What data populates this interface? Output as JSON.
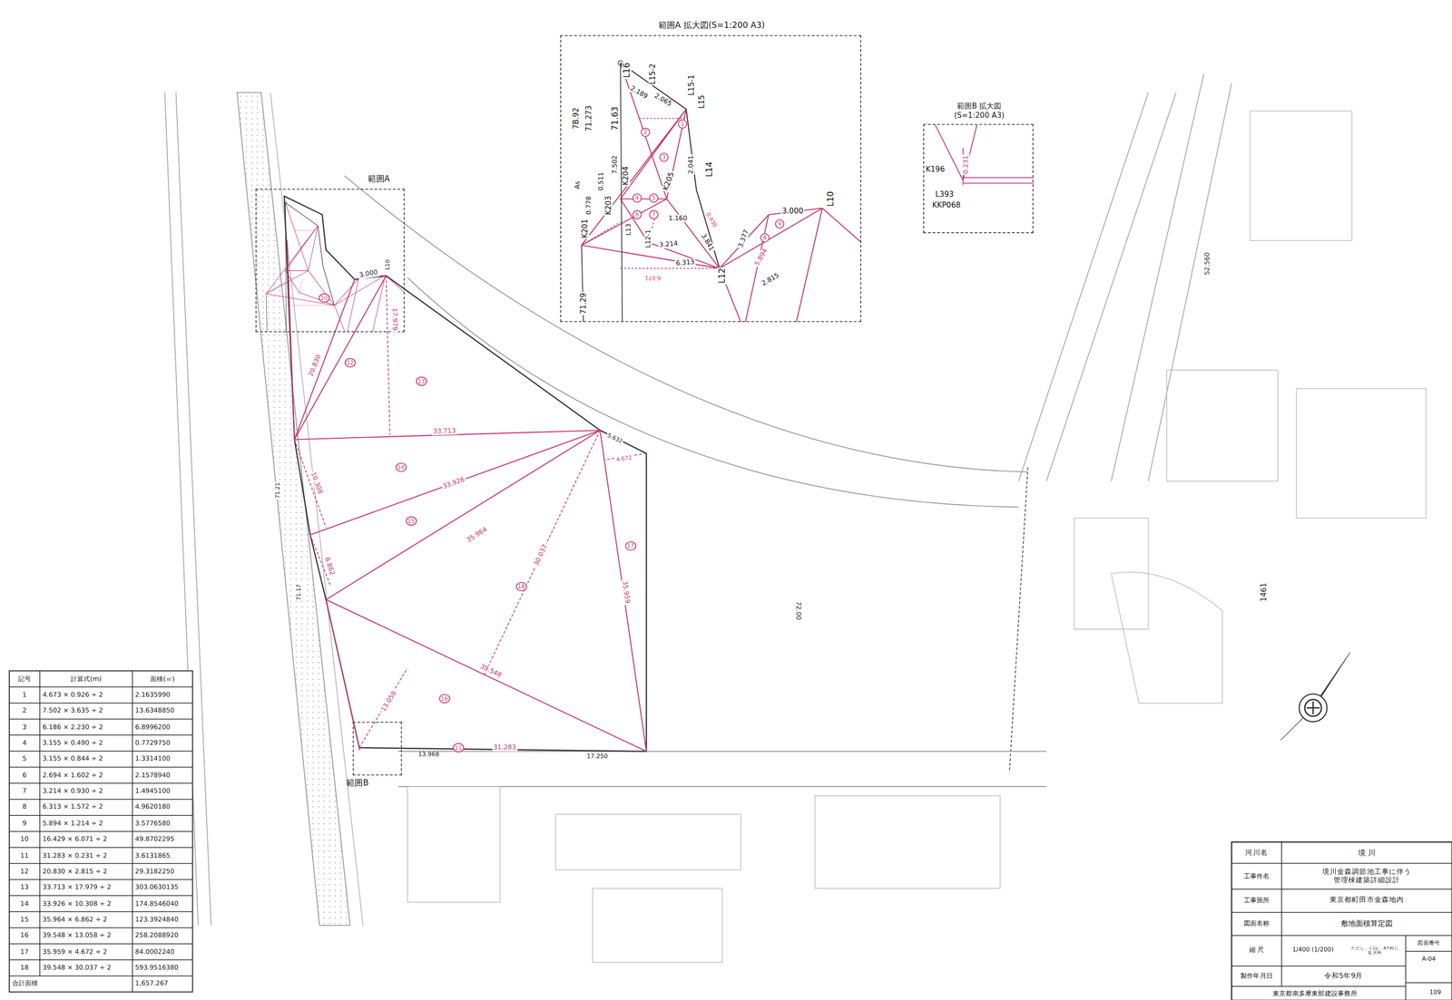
{
  "diagram": {
    "nodes": [
      {
        "text": [
          "範囲A"
        ]
      },
      {
        "text": [
          "範囲B"
        ]
      },
      {
        "text": [
          "範囲A 拡大図(S=1:200 A3)"
        ]
      },
      {
        "text": [
          "範囲B 拡大図 (S=1:200 A3)"
        ]
      }
    ],
    "labels": [
      "記号",
      "計算式(m)",
      "面積(㎡)",
      "1",
      "4.673 × 0.926 ÷ 2",
      "2.1635990",
      "2",
      "7.502 × 3.635 ÷ 2",
      "13.6348850",
      "3",
      "6.186 × 2.230 ÷ 2",
      "6.8996200",
      "4",
      "3.155 × 0.490 ÷ 2",
      "0.7729750",
      "5",
      "3.155 × 0.844 ÷ 2",
      "1.3314100",
      "6",
      "2.694 × 1.602 ÷ 2",
      "2.1578940",
      "7",
      "3.214 × 0.930 ÷ 2",
      "1.4945100",
      "8",
      "6.313 × 1.572 ÷ 2",
      "4.9620180",
      "9",
      "5.894 × 1.214 ÷ 2",
      "3.5776580",
      "10",
      "16.429 × 6.071 ÷ 2",
      "49.8702295",
      "11",
      "31.283 × 0.231 ÷ 2",
      "3.6131865",
      "12",
      "20.830 × 2.815 ÷ 2",
      "29.3182250",
      "13",
      "33.713 × 17.979 ÷ 2",
      "303.0630135",
      "14",
      "33.926 × 10.308 ÷ 2",
      "174.8546040",
      "15",
      "35.964 × 6.862 ÷ 2",
      "123.3924840",
      "16",
      "39.548 × 13.058 ÷ 2",
      "258.2088920",
      "17",
      "35.959 × 4.672 ÷ 2",
      "84.0002240",
      "18",
      "39.548 × 30.037 ÷ 2",
      "593.9516380",
      "合計面積",
      "1,657.267",
      "河川名",
      "境 川",
      "工事件名",
      "境川金森調節池工事に伴う 管理棟建築詳細設計",
      "工事箇所",
      "東京都町田市金森地内",
      "図面名称",
      "敷地面積算定図",
      "縮 尺",
      "1/400 (1/200)",
      "ただし、( )は、A↑判に拡大時",
      "図面番号",
      "A-04",
      "製作年月日",
      "令和5年9月",
      "東京都南多摩東部建設事務所",
      "109",
      "L16",
      "L15-2",
      "L15-1",
      "L15",
      "L14",
      "L10",
      "L12",
      "L12-1",
      "L13",
      "K201",
      "K203",
      "K204",
      "K205",
      "2.189",
      "2.065",
      "7.502",
      "71.63",
      "71.273",
      "7B.92",
      "As",
      "0.778",
      "0.511",
      "3.000",
      "3.377",
      "5.894",
      "2.041",
      "3.841",
      "6.313",
      "2.815",
      "1.160",
      "3.214",
      "0.930",
      "71.29",
      "6.071",
      "1",
      "2",
      "3",
      "4",
      "5",
      "6",
      "7",
      "8",
      "9",
      "K196",
      "L393",
      "KKP068",
      "0.231",
      "10",
      "11",
      "12",
      "13",
      "14",
      "15",
      "16",
      "17",
      "18",
      "33.713",
      "33.926",
      "35.964",
      "39.548",
      "35.959",
      "31.283",
      "17.979",
      "10.308",
      "6.862",
      "13.058",
      "30.037",
      "4.672",
      "20.830",
      "5.632",
      "3.000",
      "L10",
      "17.250",
      "13.968",
      "72.00",
      "1461",
      "71.21",
      "71.17",
      "52.560"
    ]
  }
}
